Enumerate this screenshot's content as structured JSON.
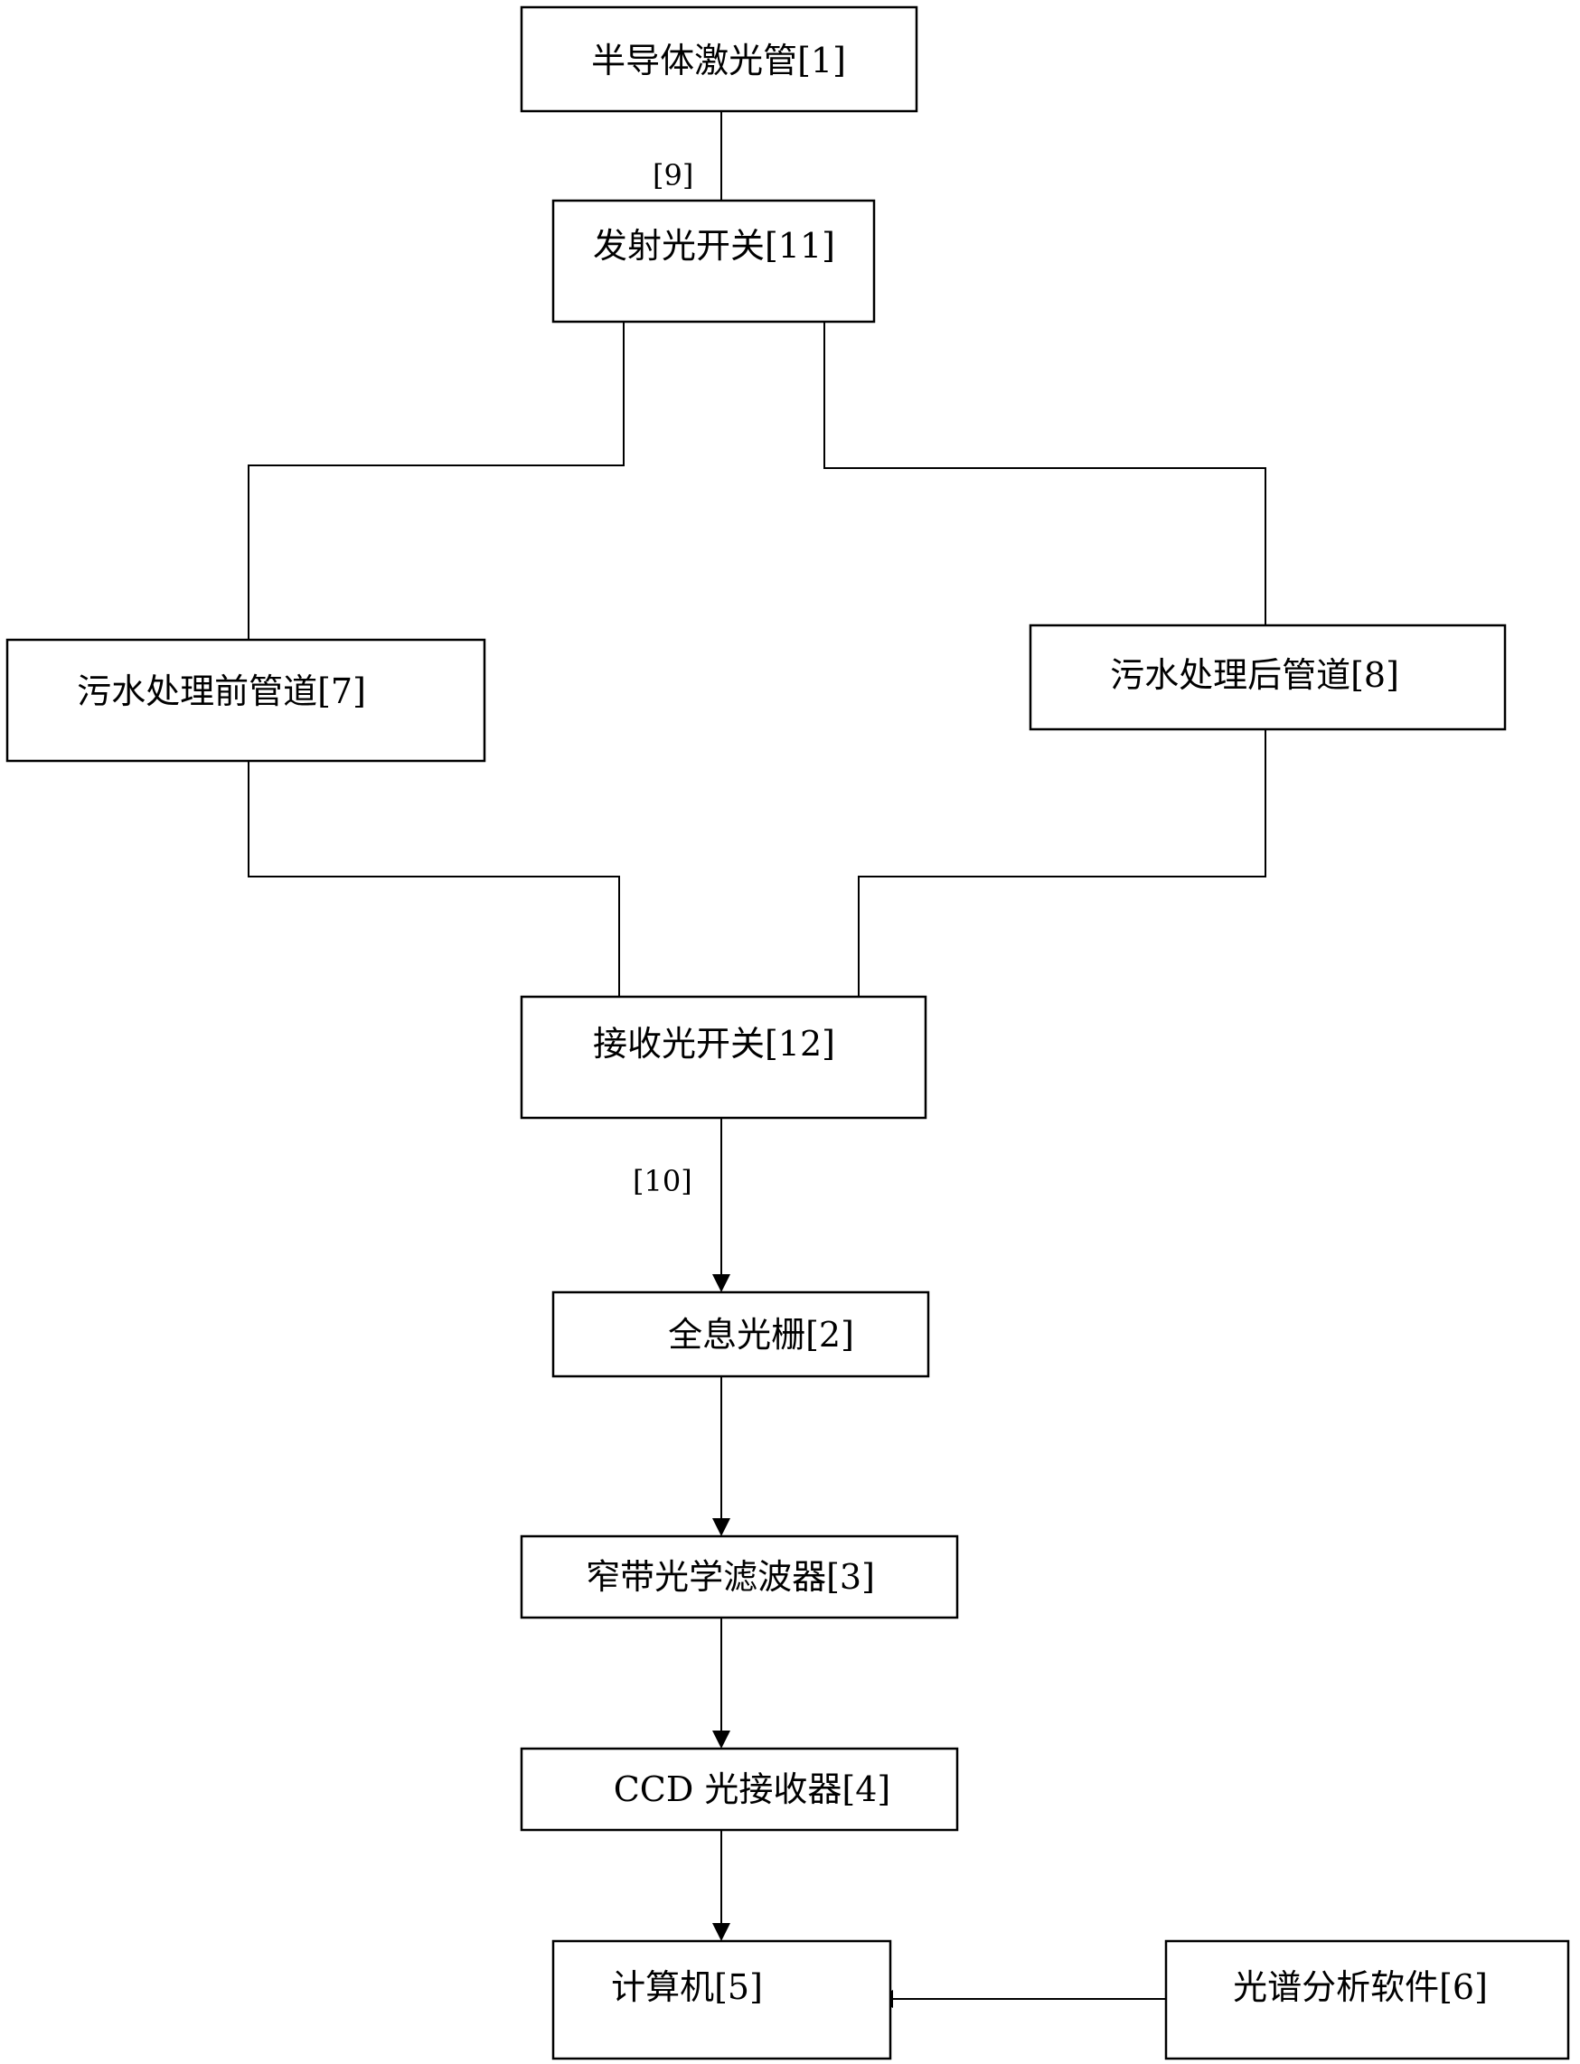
{
  "nodes": {
    "laser": "半导体激光管[1]",
    "emit_switch": "发射光开关[11]",
    "pipe_before": "污水处理前管道[7]",
    "pipe_after": "污水处理后管道[8]",
    "recv_switch": "接收光开关[12]",
    "grating": "全息光栅[2]",
    "filter": "窄带光学滤波器[3]",
    "ccd": "CCD 光接收器[4]",
    "computer": "计算机[5]",
    "software": "光谱分析软件[6]"
  },
  "edge_labels": {
    "fiber_out": "[9]",
    "fiber_in": "[10]"
  }
}
